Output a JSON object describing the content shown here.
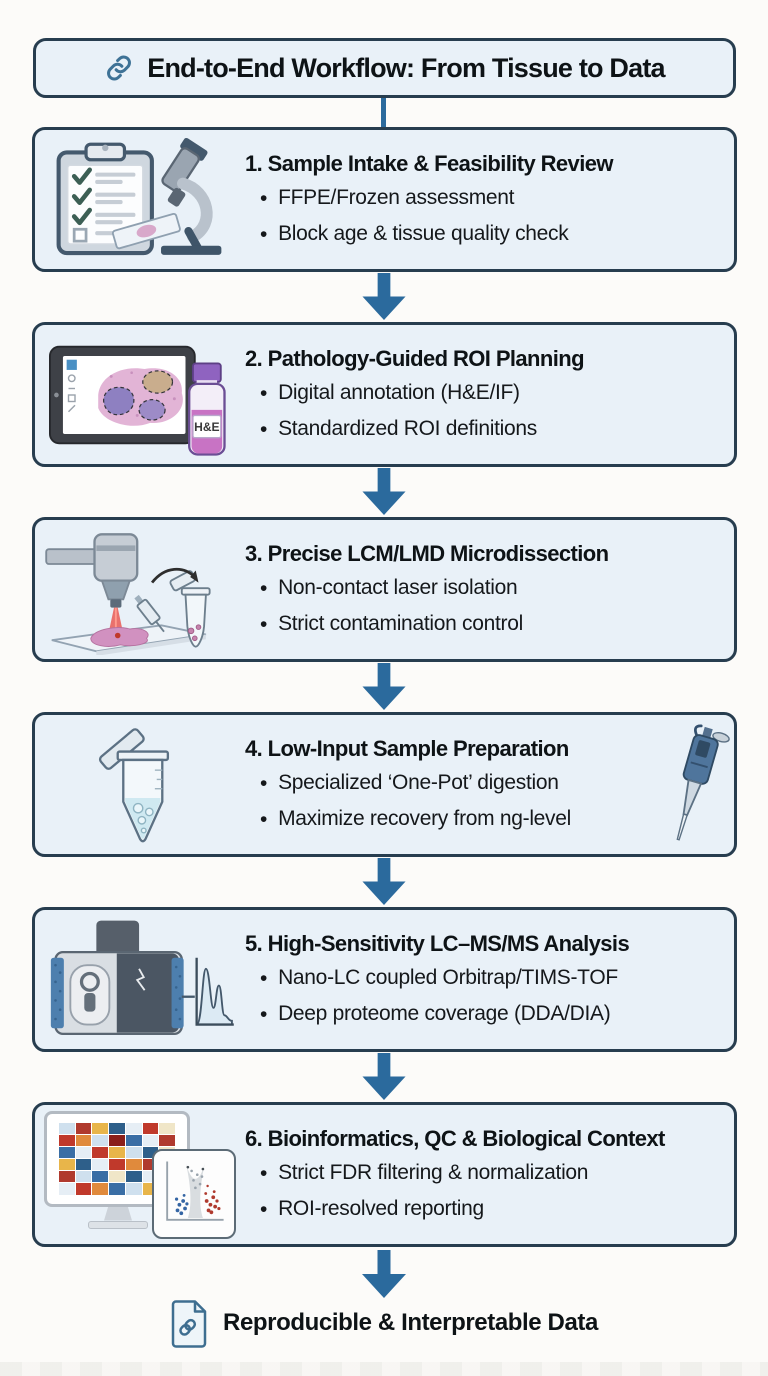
{
  "header": {
    "title": "End-to-End Workflow: From Tissue to Data"
  },
  "steps": [
    {
      "title": "1. Sample Intake & Feasibility Review",
      "bullets": [
        "FFPE/Frozen assessment",
        "Block age & tissue quality check"
      ]
    },
    {
      "title": "2. Pathology-Guided ROI Planning",
      "bullets": [
        "Digital annotation (H&E/IF)",
        "Standardized ROI definitions"
      ]
    },
    {
      "title": "3. Precise LCM/LMD Microdissection",
      "bullets": [
        "Non-contact laser isolation",
        "Strict contamination control"
      ]
    },
    {
      "title": "4. Low-Input Sample Preparation",
      "bullets": [
        "Specialized ‘One-Pot’ digestion",
        "Maximize recovery from ng-level"
      ]
    },
    {
      "title": "5. High-Sensitivity LC–MS/MS Analysis",
      "bullets": [
        "Nano-LC coupled Orbitrap/TIMS-TOF",
        "Deep proteome coverage (DDA/DIA)"
      ]
    },
    {
      "title": "6. Bioinformatics, QC & Biological Context",
      "bullets": [
        "Strict FDR filtering & normalization",
        "ROI-resolved reporting"
      ]
    }
  ],
  "labels": {
    "he_bottle": "H&E"
  },
  "footer": {
    "label": "Reproducible & Interpretable Data"
  },
  "colors": {
    "box_fill": "#e9f1f8",
    "box_border": "#273d4f",
    "arrow": "#2b6a9d",
    "accent_icon": "#3e7296",
    "title_text": "#0e1316",
    "body_text": "#15181b"
  },
  "icons": {
    "heatmap_colors": [
      "#cfe0ee",
      "#b03a2e",
      "#e8b54a",
      "#2e5f8a",
      "#e6eef5",
      "#c0392b",
      "#f0e6c8",
      "#c0392b",
      "#e08a3c",
      "#cfe0ee",
      "#8a1f1a",
      "#3a6ea5",
      "#e6eef5",
      "#b03a2e",
      "#3a6ea5",
      "#e6eef5",
      "#c0392b",
      "#e8b54a",
      "#cfe0ee",
      "#2e5f8a",
      "#f0e6c8",
      "#e8b54a",
      "#2e5f8a",
      "#e6eef5",
      "#c0392b",
      "#e08a3c",
      "#b03a2e",
      "#cfe0ee",
      "#b03a2e",
      "#cfe0ee",
      "#3a6ea5",
      "#f0e6c8",
      "#2e5f8a",
      "#e6eef5",
      "#c0392b",
      "#e6eef5",
      "#c0392b",
      "#e08a3c",
      "#3a6ea5",
      "#cfe0ee",
      "#e8b54a",
      "#2e5f8a"
    ]
  }
}
